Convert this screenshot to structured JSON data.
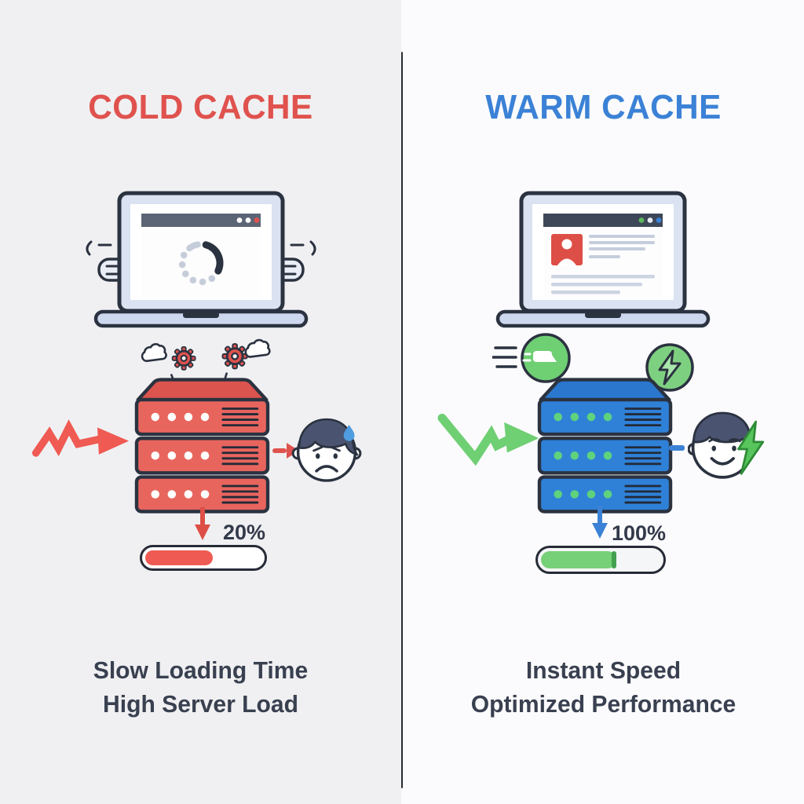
{
  "meta": {
    "type": "comparison-infographic",
    "topic": "Cold Cache vs Warm Cache"
  },
  "colors": {
    "cold_accent": "#e0524e",
    "warm_accent": "#3b82d6",
    "green_accent": "#6fcf73",
    "outline_dark": "#2b3240",
    "text_dark": "#394050",
    "bg_left": "#f0f0f2",
    "bg_right": "#fbfbfd"
  },
  "cold": {
    "title": "COLD CACHE",
    "progress_label": "20%",
    "progress_value": 20,
    "caption_line1": "Slow Loading Time",
    "caption_line2": "High Server Load"
  },
  "warm": {
    "title": "WARM CACHE",
    "progress_label": "100%",
    "progress_value": 100,
    "caption_line1": "Instant Speed",
    "caption_line2": "Optimized Performance"
  },
  "icons": {
    "cold_side": [
      "laptop-loading",
      "spinner",
      "smoke",
      "gear",
      "red-zigzag-arrow",
      "sad-face",
      "sweat-drop",
      "down-arrow-red",
      "progress-bar-red"
    ],
    "warm_side": [
      "laptop-loaded",
      "browser-page",
      "speed-badge",
      "lightning-badge",
      "green-zigzag-arrow",
      "happy-face",
      "lightning-bolt",
      "down-arrow-blue",
      "progress-bar-green"
    ]
  }
}
